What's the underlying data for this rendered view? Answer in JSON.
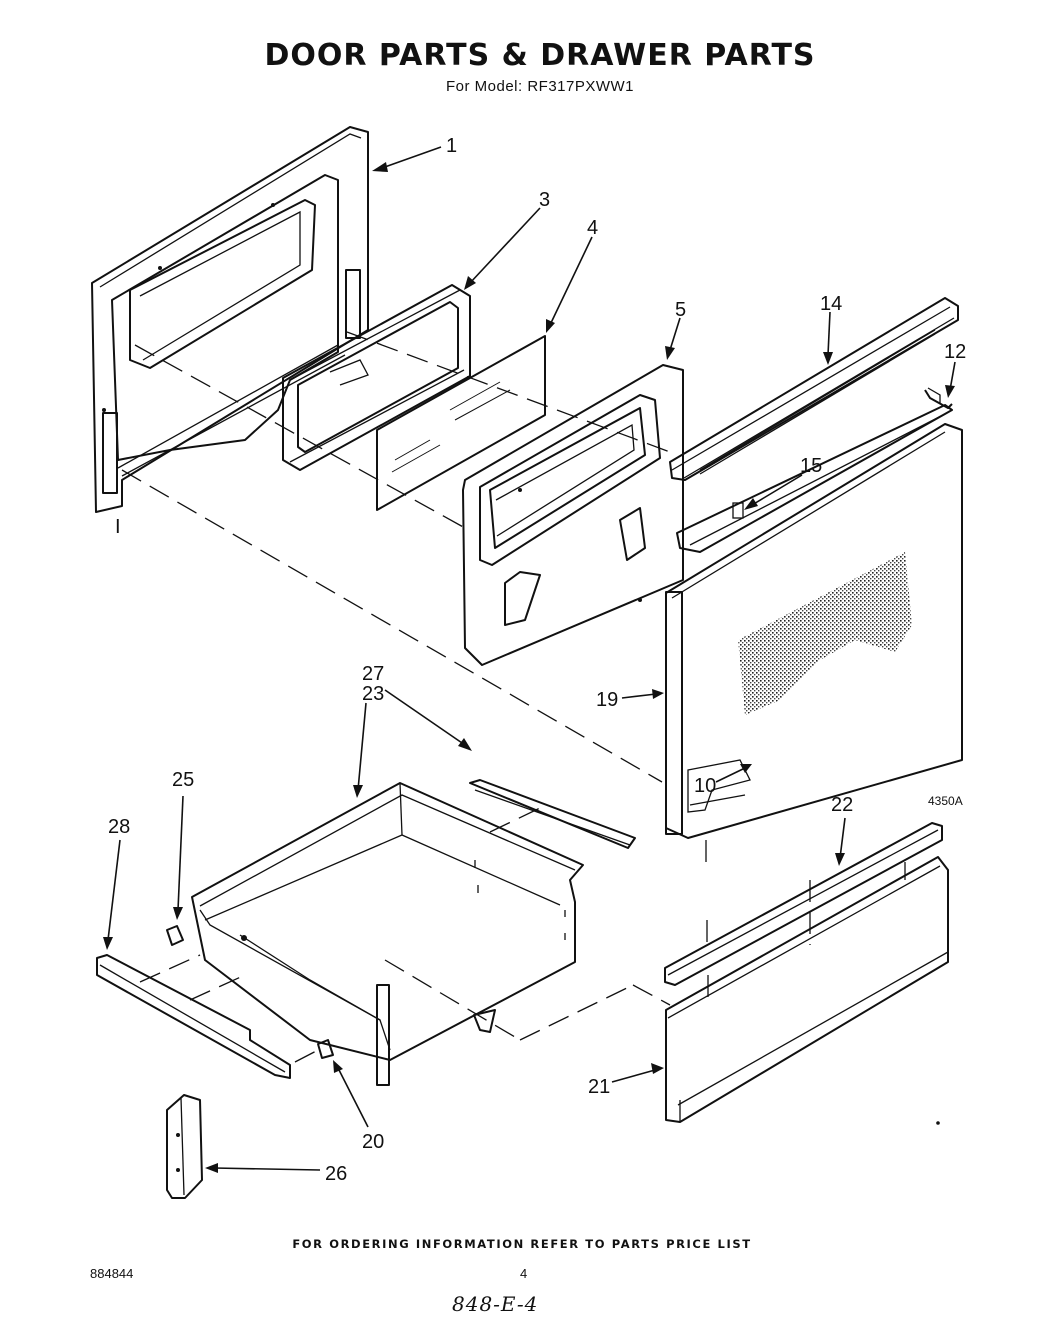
{
  "header": {
    "title": "DOOR PARTS & DRAWER PARTS",
    "model_line": "For Model: RF317PXWW1"
  },
  "diagram": {
    "callouts": [
      "1",
      "3",
      "4",
      "5",
      "14",
      "12",
      "15",
      "19",
      "10",
      "27",
      "23",
      "25",
      "28",
      "22",
      "21",
      "20",
      "26"
    ],
    "bracket_mark": "I",
    "figure_code": "4350A"
  },
  "footer": {
    "ordering_note": "FOR ORDERING INFORMATION REFER TO PARTS PRICE LIST",
    "document_number": "884844",
    "page_number": "4",
    "handwritten_code": "848-E-4"
  }
}
